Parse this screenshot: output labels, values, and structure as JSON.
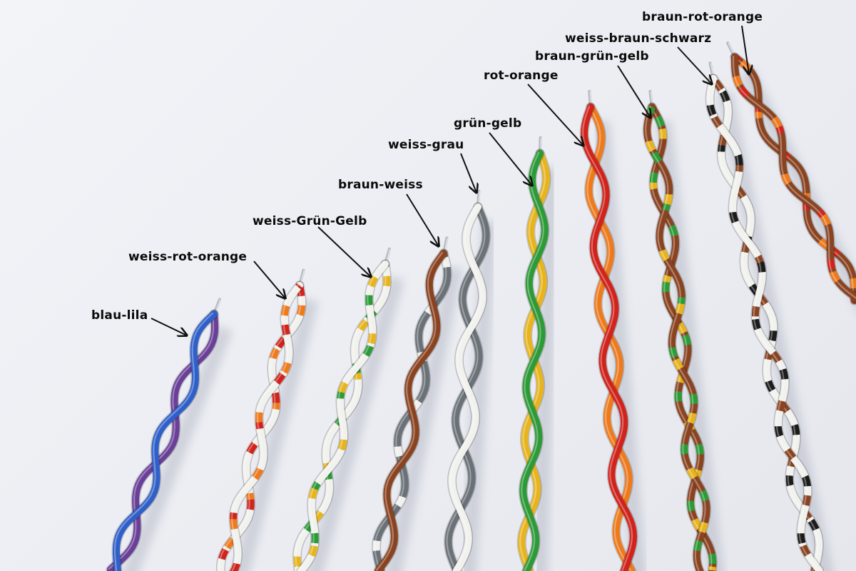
{
  "labels": {
    "blau_lila": "blau-lila",
    "weiss_rot_orange": "weiss-rot-orange",
    "weiss_gruen_gelb": "weiss-Grün-Gelb",
    "braun_weiss": "braun-weiss",
    "weiss_grau": "weiss-grau",
    "gruen_gelb": "grün-gelb",
    "rot_orange": "rot-orange",
    "braun_gruen_gelb": "braun-grün-gelb",
    "weiss_braun_schwarz": "weiss-braun-schwarz",
    "braun_rot_orange": "braun-rot-orange"
  },
  "colors": {
    "background": "#ecedf2",
    "label_text": "#0b0b0b",
    "blau": "#2f5fc8",
    "lila": "#6a3f98",
    "weiss": "#f1f1ee",
    "rot": "#d0231b",
    "orange": "#ee7a1c",
    "gruen": "#2c9a36",
    "gelb": "#e7b41d",
    "braun": "#8a4320",
    "grau": "#6a7177",
    "schwarz": "#1c1b1b"
  }
}
